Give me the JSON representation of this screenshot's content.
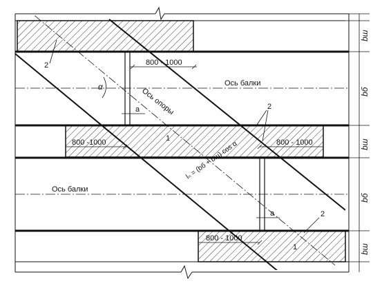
{
  "labels": {
    "dim_top": "800 - 1000",
    "dim_mid_left": "800 -1000",
    "dim_mid_right": "800 - 1000",
    "dim_bottom": "800 - 1000",
    "beam_axis_upper": "Ось балки",
    "beam_axis_lower": "Ось балки",
    "support_axis": "Ось опоры",
    "formula": "lₙ = (bб + bш) cos α",
    "alpha": "α",
    "a_upper": "a",
    "a_lower": "a",
    "callout_2_upper_left": "2",
    "callout_2_middle": "2",
    "callout_2_lower_right": "2",
    "callout_1_middle": "1",
    "callout_1_lower": "1"
  },
  "side_labels": [
    "bш",
    "bб",
    "bш",
    "bб",
    "bш"
  ],
  "colors": {
    "line": "#111111",
    "hatch": "#222222",
    "background": "#ffffff"
  }
}
